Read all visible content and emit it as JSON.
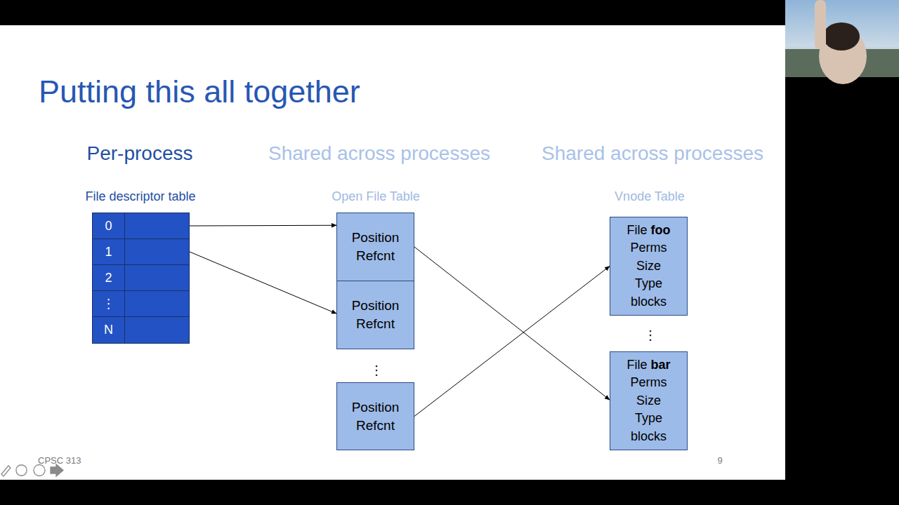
{
  "diagram": {
    "title": "Putting this all together",
    "nodes": [
      {
        "text": [
          "File descriptor table"
        ]
      },
      {
        "text": [
          "0"
        ],
        "in": 0
      },
      {
        "text": [
          "1"
        ],
        "in": 0
      },
      {
        "text": [
          "2"
        ],
        "in": 0
      },
      {
        "text": [
          "⋮"
        ],
        "in": 0
      },
      {
        "text": [
          "N"
        ],
        "in": 0
      },
      {
        "text": [
          "Open File Table"
        ]
      },
      {
        "text": [
          "Position Refcnt"
        ],
        "in": 6
      },
      {
        "text": [
          "Position Refcnt"
        ],
        "in": 6
      },
      {
        "text": [
          "Position Refcnt"
        ],
        "in": 6
      },
      {
        "text": [
          "Vnode Table"
        ]
      },
      {
        "text": [
          "File",
          "foo",
          "Perms",
          "Size",
          "Type",
          "blocks"
        ],
        "in": 10
      },
      {
        "text": [
          "File",
          "bar",
          "Perms",
          "Size",
          "Type",
          "blocks"
        ],
        "in": 10
      }
    ],
    "edges": [
      {
        "from": 1,
        "to": 7,
        "arrow": "to"
      },
      {
        "from": 2,
        "to": 8,
        "arrow": "to"
      },
      {
        "from": 7,
        "to": 12,
        "arrow": "to"
      },
      {
        "from": 9,
        "to": 11,
        "arrow": "to"
      }
    ],
    "labels": [
      "Per-process",
      "Shared across processes",
      "Shared across processes",
      "⋮",
      "⋮",
      "CPSC 313",
      "9"
    ]
  }
}
